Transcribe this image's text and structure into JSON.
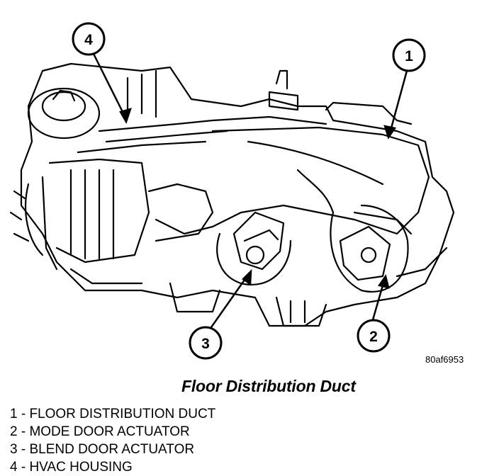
{
  "figure": {
    "ref_code": "80af6953",
    "callouts": [
      "1",
      "2",
      "3",
      "4"
    ]
  },
  "caption": "Floor Distribution Duct",
  "legend": [
    "1 - FLOOR DISTRIBUTION DUCT",
    "2 - MODE DOOR ACTUATOR",
    "3 - BLEND DOOR ACTUATOR",
    "4 - HVAC HOUSING"
  ]
}
